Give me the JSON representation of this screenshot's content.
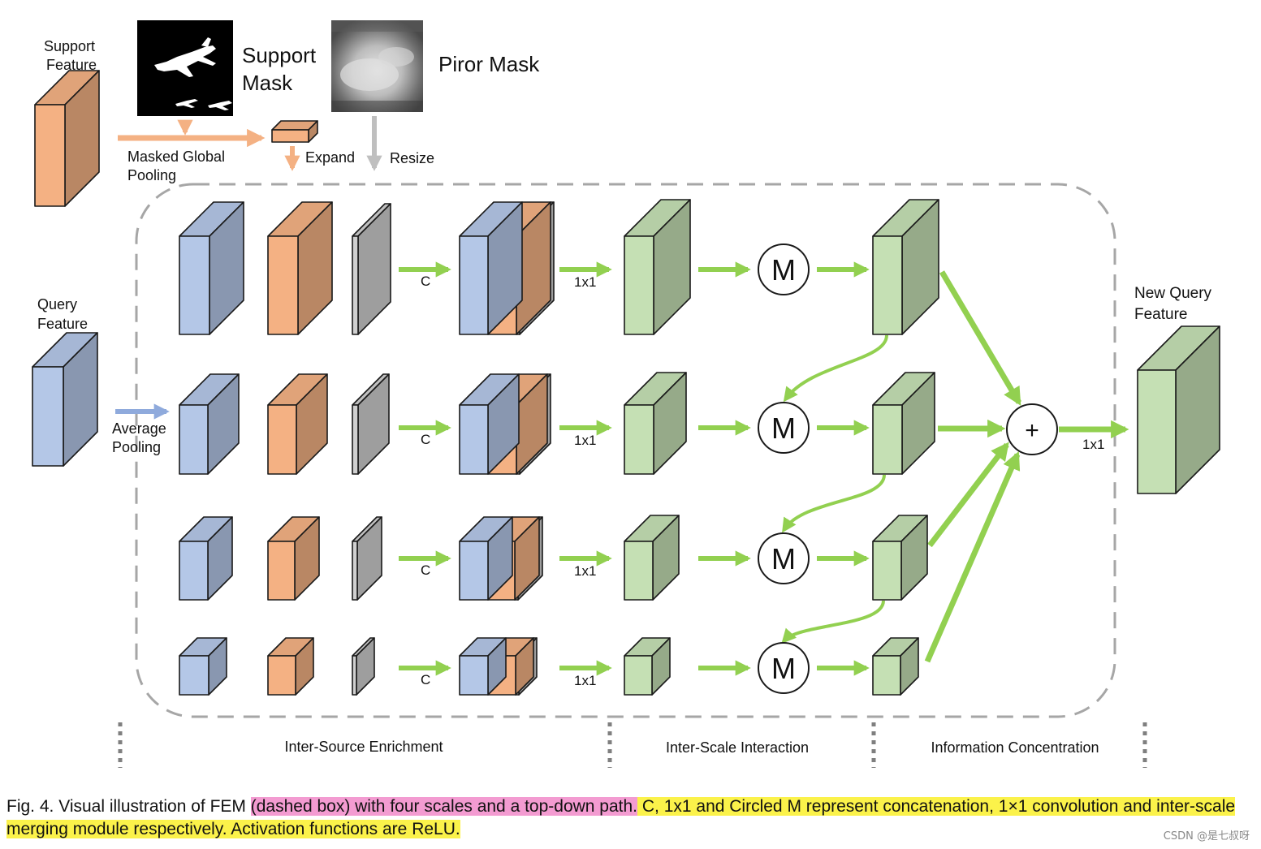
{
  "labels": {
    "support_feature": [
      "Support",
      "Feature"
    ],
    "support_mask": [
      "Support",
      "Mask"
    ],
    "prior_mask": "Piror Mask",
    "masked_global_pooling": [
      "Masked Global",
      "Pooling"
    ],
    "expand": "Expand",
    "resize": "Resize",
    "query_feature": [
      "Query",
      "Feature"
    ],
    "average_pooling": [
      "Average",
      "Pooling"
    ],
    "new_query_feature": [
      "New Query",
      "Feature"
    ],
    "concat": "C",
    "conv": "1x1",
    "merge": "M",
    "sum": "+",
    "output_conv": "1x1"
  },
  "stages": {
    "inter_source": "Inter-Source Enrichment",
    "inter_scale": "Inter-Scale Interaction",
    "info_concentration": "Information Concentration"
  },
  "scale_count": 4,
  "colors": {
    "query_blue": "#b4c7e7",
    "support_orange": "#f4b183",
    "prior_gray": "#d0d0d0",
    "green": "#c5e0b4",
    "green_arrow": "#92d050",
    "orange_arrow": "#f4b183",
    "gray_arrow": "#bfbfbf",
    "blue_arrow": "#8faadc",
    "dashed_box": "#a6a6a6",
    "highlight_pink": "#f39bd1",
    "highlight_yellow": "#fbf24a"
  },
  "caption": {
    "part1": "Fig. 4. Visual illustration of FEM ",
    "part2": "(dashed box) with four scales and a top-down path.",
    "part3": " C, 1x1 and Circled M represent concatenation, 1×1 convolution and inter-scale merging module respectively. Activation functions are ReLU."
  },
  "watermark": "CSDN @是七叔呀"
}
